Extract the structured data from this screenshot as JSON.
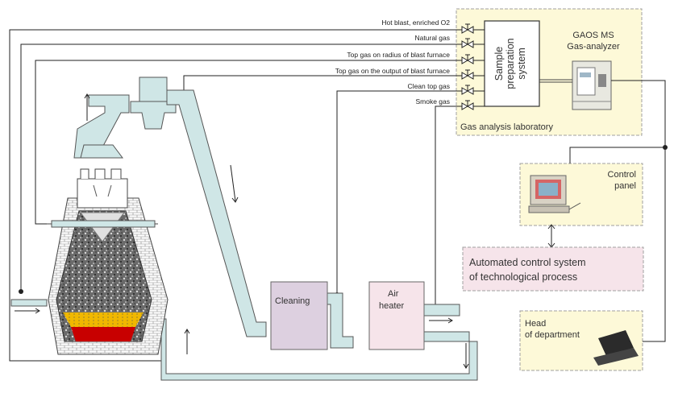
{
  "gas_lines": [
    "Hot blast, enriched O2",
    "Natural gas",
    "Top gas on radius of blast furnace",
    "Top gas on the output of blast furnace",
    "Clean top gas",
    "Smoke gas"
  ],
  "sample_prep": [
    "Sample",
    "preparation",
    "system"
  ],
  "analyzer": {
    "title": "GAOS MS",
    "subtitle": "Gas-analyzer"
  },
  "lab_label": "Gas analysis laboratory",
  "control_panel": [
    "Control",
    "panel"
  ],
  "acs": [
    "Automated control system",
    "of technological process"
  ],
  "head": [
    "Head",
    "of department"
  ],
  "cleaning": "Cleaning",
  "air_heater": [
    "Air",
    "heater"
  ],
  "colors": {
    "pipe_fill": "#cfe6e6",
    "yellow_box": "#fdf9d8",
    "pink_box": "#f6e4ea",
    "purple_box": "#ddd0e0",
    "slag": "#f0b800",
    "iron": "#c80000"
  }
}
